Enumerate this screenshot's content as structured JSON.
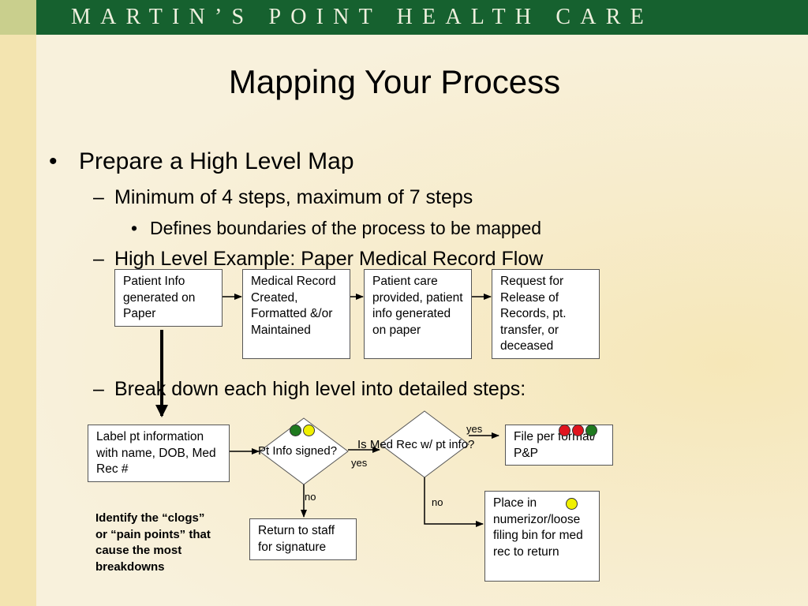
{
  "header": {
    "title": "MARTIN’S POINT HEALTH CARE"
  },
  "slide": {
    "title": "Mapping Your Process",
    "bullets": {
      "l1": "Prepare a High Level Map",
      "l2a": "Minimum of 4 steps, maximum of 7 steps",
      "l3a": "Defines boundaries of the process to be mapped",
      "l2b": "High Level Example: Paper Medical Record Flow",
      "l2c": "Break down each high level into detailed steps:"
    },
    "markers": {
      "disc": "•",
      "dash": "–"
    }
  },
  "high_level_flow": [
    {
      "text": "Patient Info generated on Paper"
    },
    {
      "text": "Medical Record Created, Formatted &/or Maintained"
    },
    {
      "text": "Patient care provided, patient info generated on paper"
    },
    {
      "text": "Request for Release of Records, pt. transfer, or deceased"
    }
  ],
  "detailed_flow": {
    "label_box": "Label pt information with name, DOB, Med Rec #",
    "decision1": "Pt Info signed?",
    "decision2": "Is Med Rec w/ pt info?",
    "file_box": "File per format/ P&P",
    "return_box": "Return to staff for signature",
    "place_box": "Place in numerizor/loose filing bin for med rec to return",
    "yes1": "yes",
    "yes2": "yes",
    "no1": "no",
    "no2": "no"
  },
  "note": "Identify the “clogs” or “pain points” that cause the most breakdowns",
  "colors": {
    "green": "#1f7a1f",
    "yellow": "#f0f000",
    "red": "#e0141e",
    "header": "#16612f"
  }
}
